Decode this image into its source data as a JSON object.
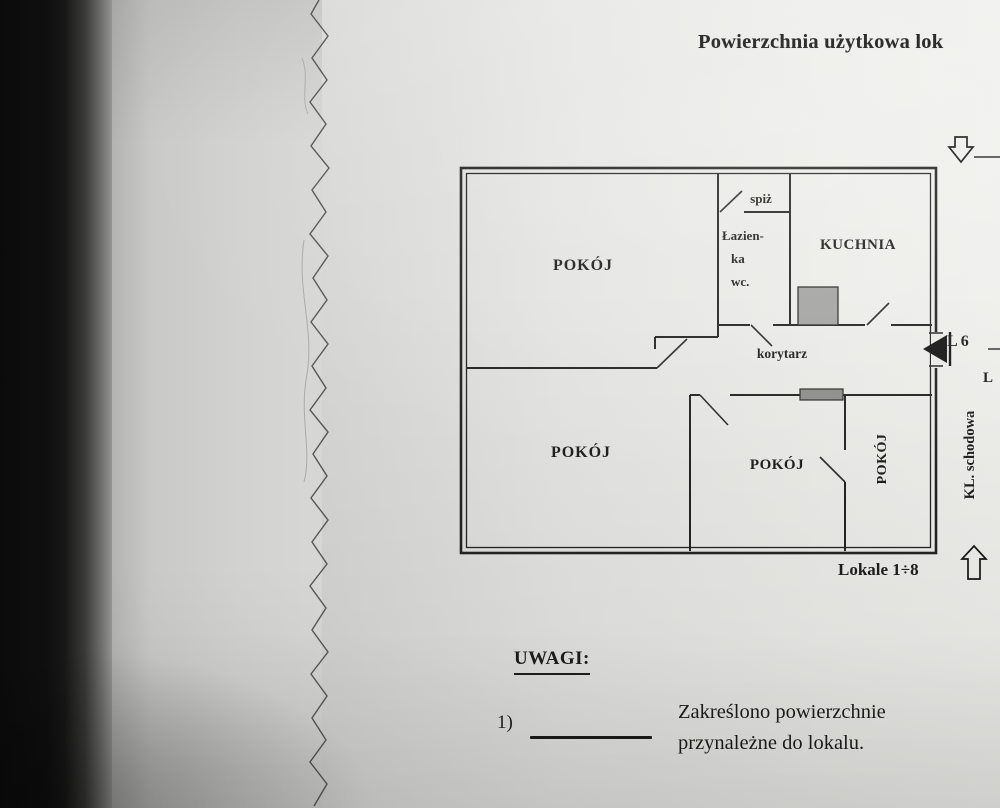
{
  "header": {
    "title": "Powierzchnia użytkowa lok"
  },
  "floorplan": {
    "room_top_left": "POKÓJ",
    "pantry": "spiż",
    "bathroom": {
      "line1": "Łazien-",
      "line2": "ka",
      "line3": "wc."
    },
    "kitchen": "KUCHNIA",
    "corridor": "korytarz",
    "room_bottom_left": "POKÓJ",
    "room_bottom_middle": "POKÓJ",
    "room_bottom_right": "POKÓJ",
    "unit_label": "L 6",
    "staircase_label": "KL. schodowa",
    "units_range_label": "Lokale 1÷8",
    "neighbor_unit_partial": "L",
    "colors": {
      "ink": "#232323",
      "shaded_block": "#9a9a98",
      "paper": "#eaeae8"
    },
    "icons": {
      "entry_arrow": "hollow-down-arrow",
      "exit_arrow": "hollow-up-arrow",
      "unit_door": "filled-triangle-door-mark"
    }
  },
  "notes": {
    "heading": "UWAGI:",
    "items": [
      {
        "number": "1)",
        "text_line1": "Zakreślono powierzchnie",
        "text_line2": "przynależne do lokalu."
      }
    ]
  }
}
